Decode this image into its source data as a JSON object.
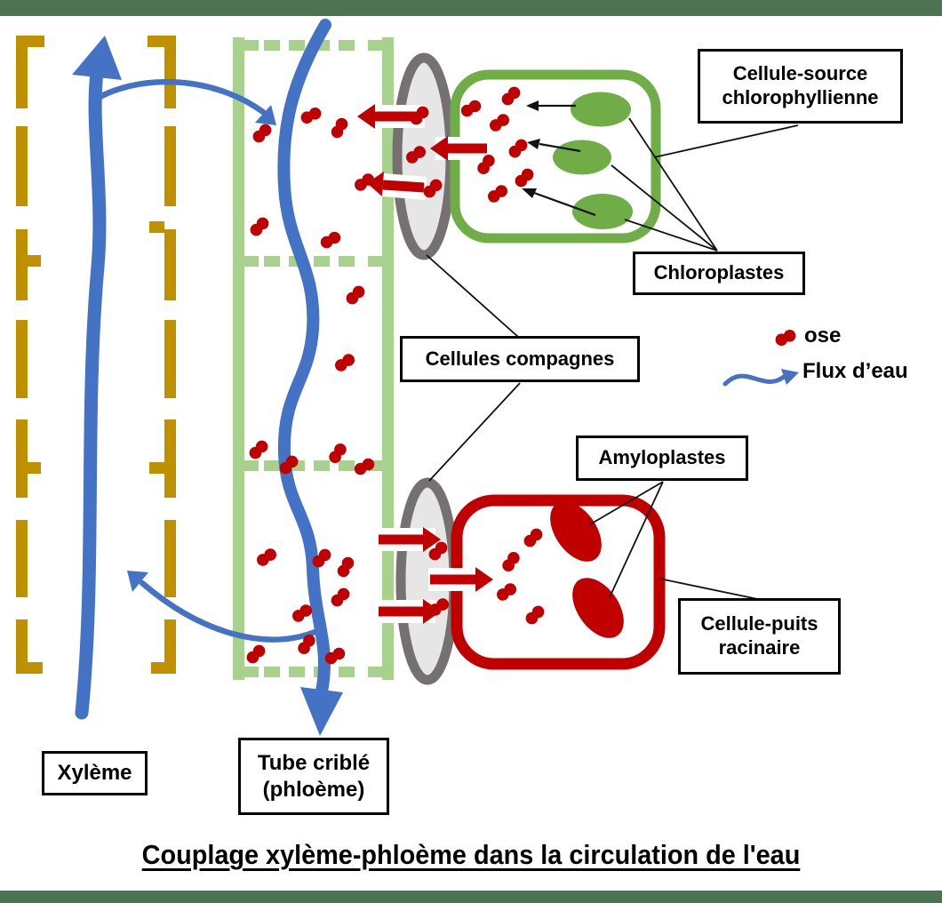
{
  "title": "Couplage xylème-phloème dans la circulation de l'eau",
  "labels": {
    "cellule_source_line1": "Cellule-source",
    "cellule_source_line2": "chlorophyllienne",
    "chloroplastes": "Chloroplastes",
    "cellules_compagnes": "Cellules compagnes",
    "amyloplastes": "Amyloplastes",
    "cellule_puits_line1": "Cellule-puits",
    "cellule_puits_line2": "racinaire",
    "xyleme": "Xylème",
    "tube_crible_line1": "Tube criblé",
    "tube_crible_line2": "(phloème)"
  },
  "legend": {
    "ose": "ose",
    "flux_eau": "Flux d’eau"
  },
  "colors": {
    "border_green": "#4C7452",
    "gold": "#BF9000",
    "phloem_wall": "#A9D18E",
    "cell_green": "#70AD47",
    "red": "#C00000",
    "blue": "#4472C4",
    "gray_stroke": "#767171",
    "gray_fill": "#E7E6E6"
  },
  "ose_positions": [
    [
      295,
      150,
      0
    ],
    [
      350,
      130,
      20
    ],
    [
      382,
      144,
      -15
    ],
    [
      410,
      205,
      10
    ],
    [
      292,
      255,
      0
    ],
    [
      372,
      270,
      15
    ],
    [
      400,
      332,
      0
    ],
    [
      388,
      408,
      10
    ],
    [
      291,
      506,
      0
    ],
    [
      380,
      510,
      -10
    ],
    [
      410,
      525,
      15
    ],
    [
      325,
      523,
      0
    ],
    [
      300,
      627,
      10
    ],
    [
      362,
      628,
      0
    ],
    [
      389,
      638,
      -15
    ],
    [
      383,
      672,
      0
    ],
    [
      340,
      690,
      10
    ],
    [
      288,
      736,
      0
    ],
    [
      345,
      725,
      -10
    ],
    [
      377,
      738,
      15
    ],
    [
      472,
      130,
      0
    ],
    [
      468,
      174,
      10
    ],
    [
      487,
      212,
      0
    ],
    [
      530,
      122,
      15
    ],
    [
      575,
      108,
      0
    ],
    [
      562,
      138,
      10
    ],
    [
      583,
      167,
      0
    ],
    [
      547,
      185,
      -10
    ],
    [
      590,
      200,
      0
    ],
    [
      560,
      218,
      10
    ],
    [
      493,
      620,
      0
    ],
    [
      494,
      683,
      10
    ],
    [
      600,
      605,
      0
    ],
    [
      575,
      632,
      -10
    ],
    [
      570,
      666,
      10
    ],
    [
      602,
      692,
      0
    ],
    [
      884,
      380,
      20
    ]
  ]
}
